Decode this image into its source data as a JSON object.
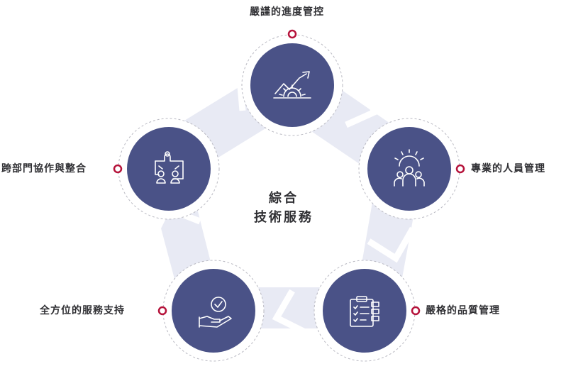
{
  "center": {
    "line1": "綜合",
    "line2": "技術服務"
  },
  "nodes": [
    {
      "label": "嚴謹的進度管控",
      "icon": "growth-chart-gear-icon"
    },
    {
      "label": "專業的人員管理",
      "icon": "team-gear-icon"
    },
    {
      "label": "嚴格的品質管理",
      "icon": "clipboard-checklist-icon"
    },
    {
      "label": "全方位的服務支持",
      "icon": "hand-check-icon"
    },
    {
      "label": "跨部門協作與整合",
      "icon": "collaboration-puzzle-icon"
    }
  ],
  "colors": {
    "node_fill": "#4a5287",
    "node_icon": "#ffffff",
    "ring": "#e8eaf4",
    "dash": "#b9b9c2",
    "marker": "#b5123a",
    "text": "#2f2f33"
  }
}
